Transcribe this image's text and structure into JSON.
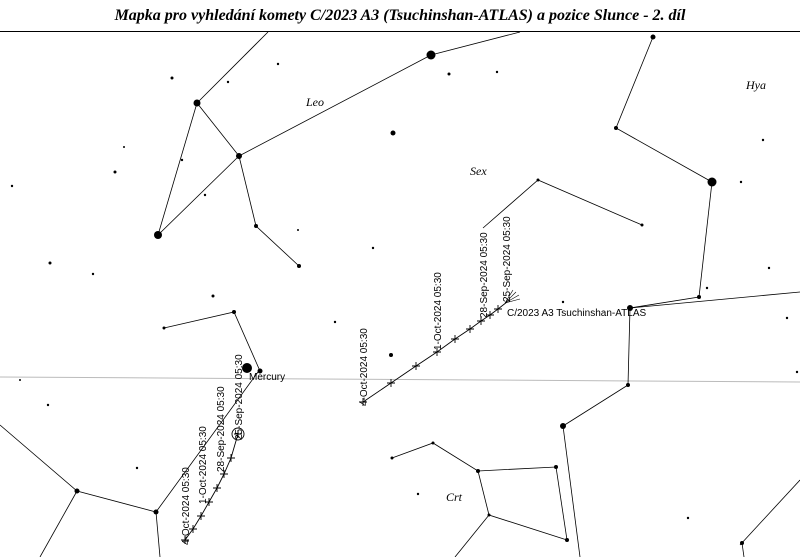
{
  "title": "Mapka pro vyhledání komety C/2023 A3 (Tsuchinshan-ATLAS) a pozice Slunce - 2. díl",
  "constellations": [
    "Leo",
    "Sex",
    "Hya",
    "Crt"
  ],
  "comet": {
    "name": "C/2023 A3 Tsuchinshan-ATLAS",
    "dates": [
      "25-Sep-2024  05:30",
      "28-Sep-2024  05:30",
      "1-Oct-2024  05:30",
      "4-Oct-2024  05:30"
    ]
  },
  "sun": {
    "dates": [
      "25-Sep-2024  05:30",
      "28-Sep-2024  05:30",
      "1-Oct-2024  05:30",
      "4-Oct-2024  05:30"
    ]
  },
  "planet": "Mercury"
}
